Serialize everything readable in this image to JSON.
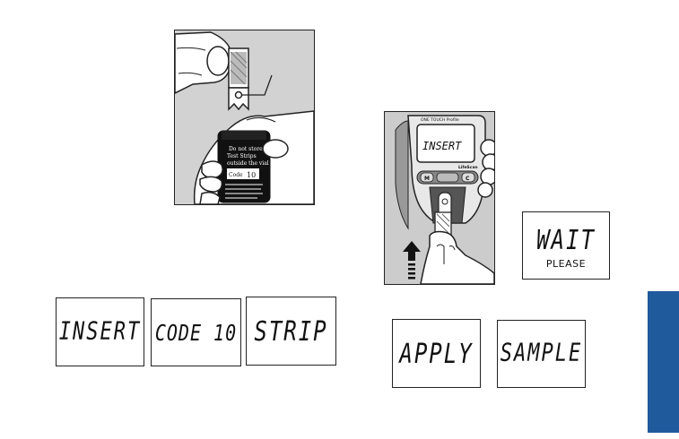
{
  "illustrations": {
    "vial_strip": {
      "vial_label_line1": "Do not store",
      "vial_label_line2": "Test Strips",
      "vial_label_line3": "outside the vial",
      "vial_code_label": "Code",
      "vial_code_value": "10"
    },
    "meter": {
      "brand_text": "ONE TOUCH Profile",
      "logo_text": "LifeScan",
      "screen_text": "INSERT",
      "m_button": "M",
      "c_button": "C"
    }
  },
  "displays": {
    "insert": "INSERT",
    "code": "CODE 10",
    "strip": "STRIP",
    "wait": "WAIT",
    "wait_sub": "PLEASE",
    "apply": "APPLY",
    "sample": "SAMPLE"
  },
  "colors": {
    "side_tab": "#1f5a9c",
    "illustration_bg": "#cfcfcf"
  }
}
